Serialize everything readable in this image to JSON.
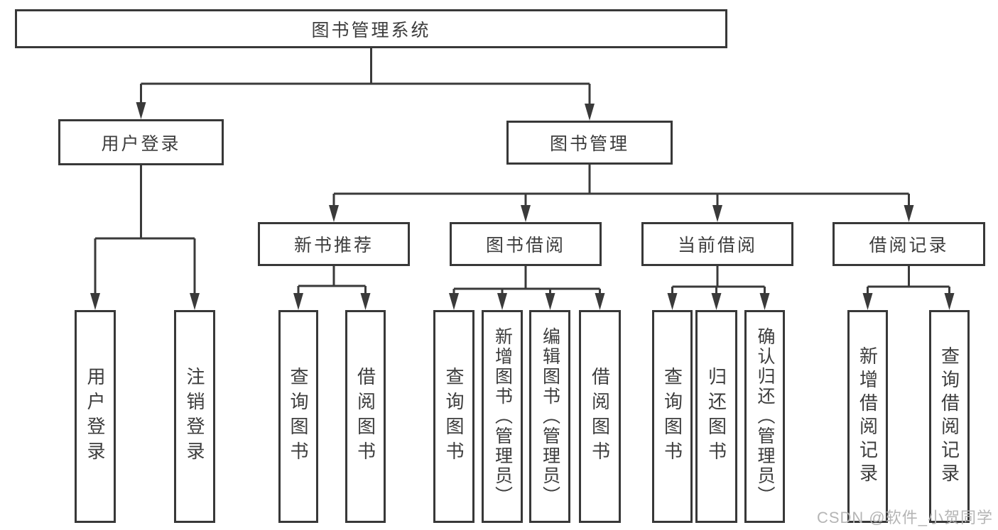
{
  "diagram": {
    "root": {
      "label": "图书管理系统"
    },
    "level2": [
      {
        "label": "用户登录"
      },
      {
        "label": "图书管理"
      }
    ],
    "level3": [
      {
        "label": "新书推荐"
      },
      {
        "label": "图书借阅"
      },
      {
        "label": "当前借阅"
      },
      {
        "label": "借阅记录"
      }
    ],
    "leaves": {
      "user_login": [
        "用户登录",
        "注销登录"
      ],
      "new_books": [
        "查询图书",
        "借阅图书"
      ],
      "book_borrowing": [
        "查询图书",
        "新增图书（管理员）",
        "编辑图书（管理员）",
        "借阅图书"
      ],
      "current_borrowing": [
        "查询图书",
        "归还图书",
        "确认归还（管理员）"
      ],
      "borrow_records": [
        "新增借阅记录",
        "查询借阅记录"
      ]
    }
  },
  "watermark": {
    "text": "CSDN @软件_小贺同学"
  },
  "colors": {
    "line": "#3a3a3a",
    "text": "#3d3d3d",
    "watermark": "#b5b5b5",
    "background": "#ffffff"
  }
}
